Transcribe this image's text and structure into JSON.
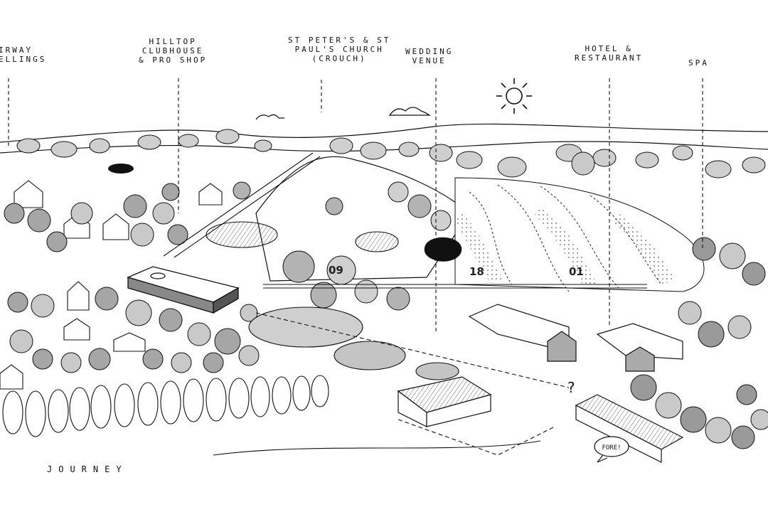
{
  "labels": {
    "fairway": [
      "IRWAY",
      "ELLINGS"
    ],
    "clubhouse": [
      "HILLTOP",
      "CLUBHOUSE",
      "& PRO SHOP"
    ],
    "church": [
      "ST PETER'S & ST",
      "PAUL'S CHURCH",
      "(CROUCH)"
    ],
    "wedding": [
      "WEDDING",
      "VENUE"
    ],
    "hotel": [
      "HOTEL &",
      "RESTAURANT"
    ],
    "spa": [
      "SPA"
    ]
  },
  "journey": "JOURNEY",
  "holes": {
    "left": "09",
    "mid": "18",
    "right": "01"
  },
  "speech_bubble": "FORE!",
  "colors": {
    "ink": "#111111",
    "tree_fill": "#9a9a9a",
    "tree_light": "#c9c9c9",
    "paper": "#ffffff",
    "pond": "#111111"
  }
}
